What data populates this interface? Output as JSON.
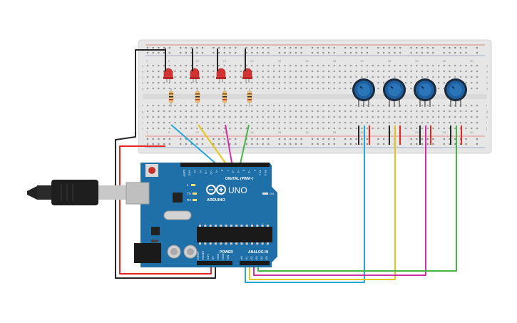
{
  "breadboard": {
    "row_letters": [
      "a",
      "b",
      "c",
      "d",
      "e",
      "f",
      "g",
      "h",
      "i",
      "j"
    ],
    "column_numbers": [
      "1",
      "5",
      "10",
      "15",
      "20",
      "25",
      "30",
      "35",
      "40",
      "45",
      "50",
      "55",
      "60"
    ]
  },
  "arduino": {
    "brand": "ARDUINO",
    "model": "UNO",
    "digital_header": "DIGITAL (PWM~)",
    "power_header": "POWER",
    "analog_header": "ANALOG IN",
    "led_labels": {
      "l": "L",
      "tx": "TX",
      "rx": "RX",
      "on": "ON"
    },
    "digital_pins": [
      "AREF",
      "GND",
      "13",
      "12",
      "~11",
      "~10",
      "~9",
      "8",
      "7",
      "~6",
      "~5",
      "4",
      "~3",
      "2",
      "TX 1",
      "RX 0"
    ],
    "power_pins": [
      "IOREF",
      "RESET",
      "3.3V",
      "5V",
      "GND",
      "GND",
      "VIN"
    ],
    "analog_pins": [
      "A0",
      "A1",
      "A2",
      "A3",
      "A4",
      "A5"
    ]
  },
  "colors": {
    "board_bg": "#e6e6e6",
    "arduino_blue": "#1f6fa8",
    "wire_red": "#e5251f",
    "wire_black": "#262626",
    "wire_blue": "#27a7d8",
    "wire_yellow": "#e5c51a",
    "wire_magenta": "#cc30a2",
    "wire_green": "#48b447",
    "led_red": "#d23232",
    "pot_blue": "#1e5fa0"
  }
}
